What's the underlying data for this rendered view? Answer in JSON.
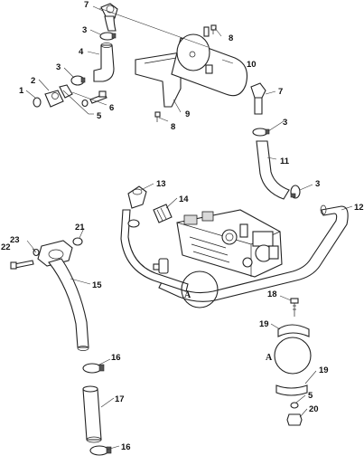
{
  "callouts": {
    "c1": "1",
    "c2": "2",
    "c3a": "3",
    "c3b": "3",
    "c3c": "3",
    "c3d": "3",
    "c4": "4",
    "c5a": "5",
    "c5b": "5",
    "c6": "6",
    "c7a": "7",
    "c7b": "7",
    "c8a": "8",
    "c8b": "8",
    "c9": "9",
    "c10": "10",
    "c11": "11",
    "c12": "12",
    "c13": "13",
    "c14": "14",
    "c15": "15",
    "c16a": "16",
    "c16b": "16",
    "c17": "17",
    "c18": "18",
    "c19a": "19",
    "c19b": "19",
    "c20": "20",
    "c21": "21",
    "c22": "22",
    "c23": "23"
  },
  "details": {
    "a1": "A",
    "a2": "A"
  }
}
